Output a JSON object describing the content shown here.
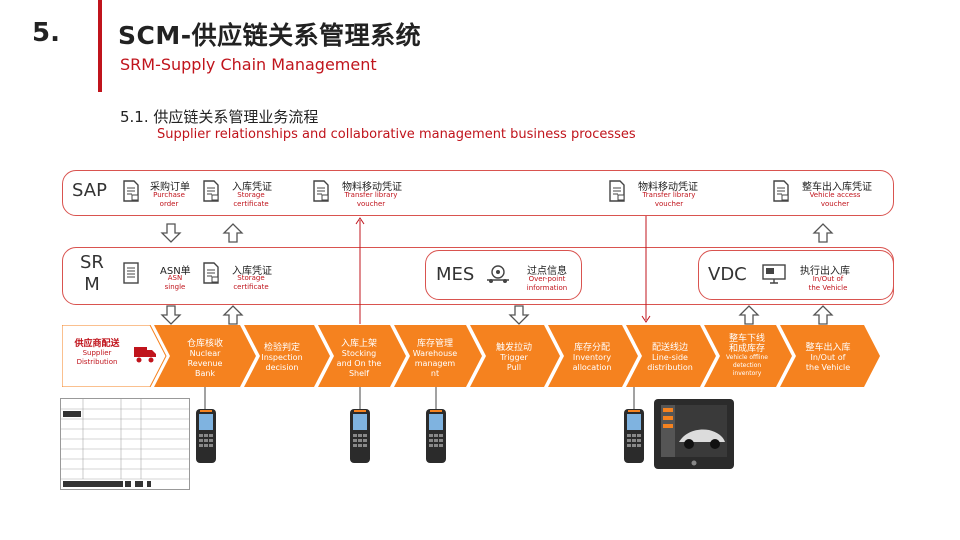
{
  "header": {
    "section_number": "5.",
    "title": "SCM-供应链关系管理系统",
    "subtitle": "SRM-Supply Chain Management",
    "sub_heading": "5.1. 供应链关系管理业务流程",
    "sub_heading_en": "Supplier relationships and collaborative management business processes"
  },
  "rows": {
    "sap": "SAP",
    "srm_line1": "SR",
    "srm_line2": "M",
    "mes": "MES",
    "vdc": "VDC"
  },
  "sap_nodes": [
    {
      "zh": "采购订单",
      "en": "Purchase order"
    },
    {
      "zh": "入库凭证",
      "en": "Storage certificate"
    },
    {
      "zh": "物料移动凭证",
      "en": "Transfer library voucher"
    },
    {
      "zh": "物料移动凭证",
      "en": "Transfer library voucher"
    },
    {
      "zh": "整车出入库凭证",
      "en": "Vehicle access voucher"
    }
  ],
  "srm_nodes": [
    {
      "zh": "ASN单",
      "en": "ASN single"
    },
    {
      "zh": "入库凭证",
      "en": "Storage certificate"
    }
  ],
  "mes_node": {
    "zh": "过点信息",
    "en": "Over-point information"
  },
  "vdc_node": {
    "zh": "执行出入库",
    "en": "In/Out of the Vehicle"
  },
  "process": [
    {
      "zh": "供应商配送",
      "en": "Supplier Distribution"
    },
    {
      "zh": "仓库核收",
      "en": "Nuclear Revenue Bank"
    },
    {
      "zh": "检验判定",
      "en": "Inspection decision"
    },
    {
      "zh": "入库上架",
      "en": "Stocking and On the Shelf"
    },
    {
      "zh": "库存管理",
      "en": "Warehouse managem nt"
    },
    {
      "zh": "触发拉动",
      "en": "Trigger Pull"
    },
    {
      "zh": "库存分配",
      "en": "Inventory allocation"
    },
    {
      "zh": "配送线边",
      "en": "Line-side distribution"
    },
    {
      "zh": "整车下线 和成库存",
      "en": "Vehicle offline detection inventory"
    },
    {
      "zh": "整车出入库",
      "en": "In/Out of the Vehicle"
    }
  ],
  "colors": {
    "accent_red": "#c0141c",
    "orange": "#f5821f",
    "border_red": "#d9534f"
  }
}
